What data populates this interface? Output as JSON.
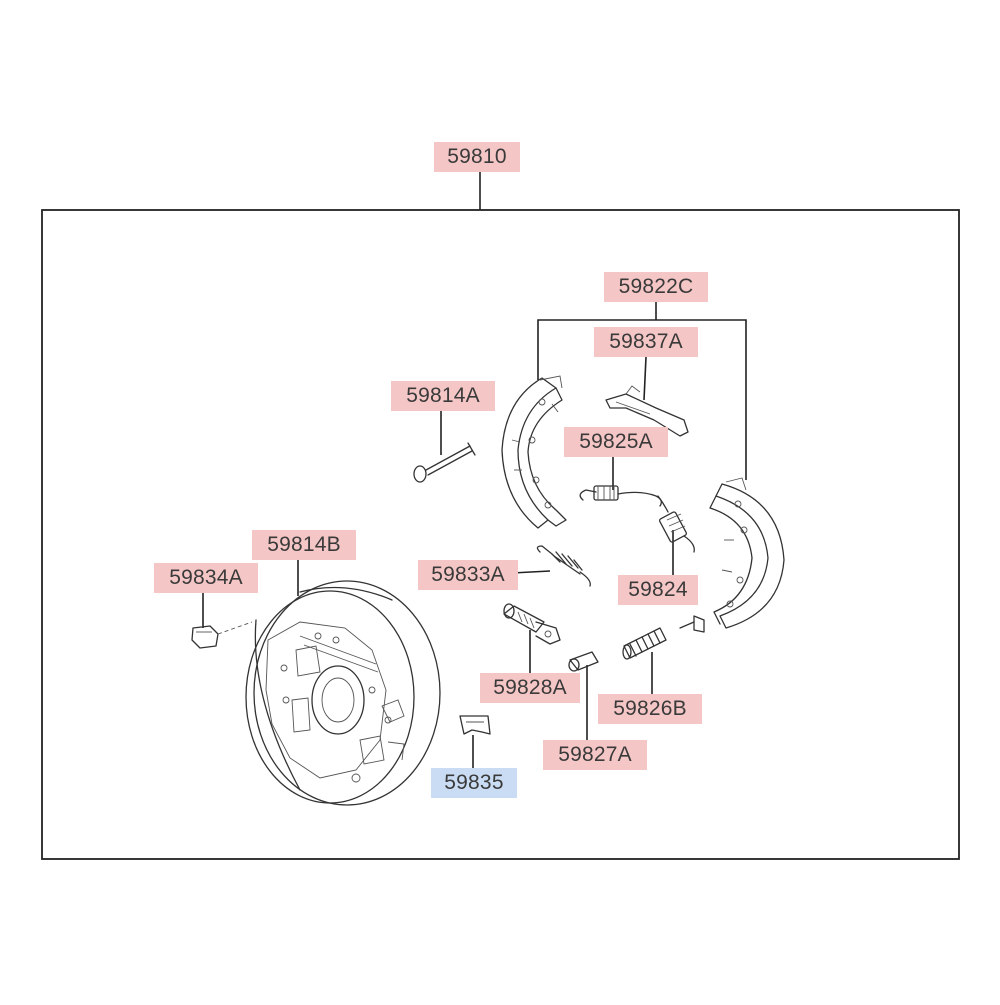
{
  "callouts": {
    "c59810": "59810",
    "c59822C": "59822C",
    "c59837A": "59837A",
    "c59814A": "59814A",
    "c59825A": "59825A",
    "c59814B": "59814B",
    "c59834A": "59834A",
    "c59833A": "59833A",
    "c59824": "59824",
    "c59828A": "59828A",
    "c59826B": "59826B",
    "c59827A": "59827A",
    "c59835": "59835"
  },
  "colors": {
    "callout_default": "#f5c6c6",
    "callout_highlight": "#c9dcf3"
  },
  "highlighted_part": "59835"
}
